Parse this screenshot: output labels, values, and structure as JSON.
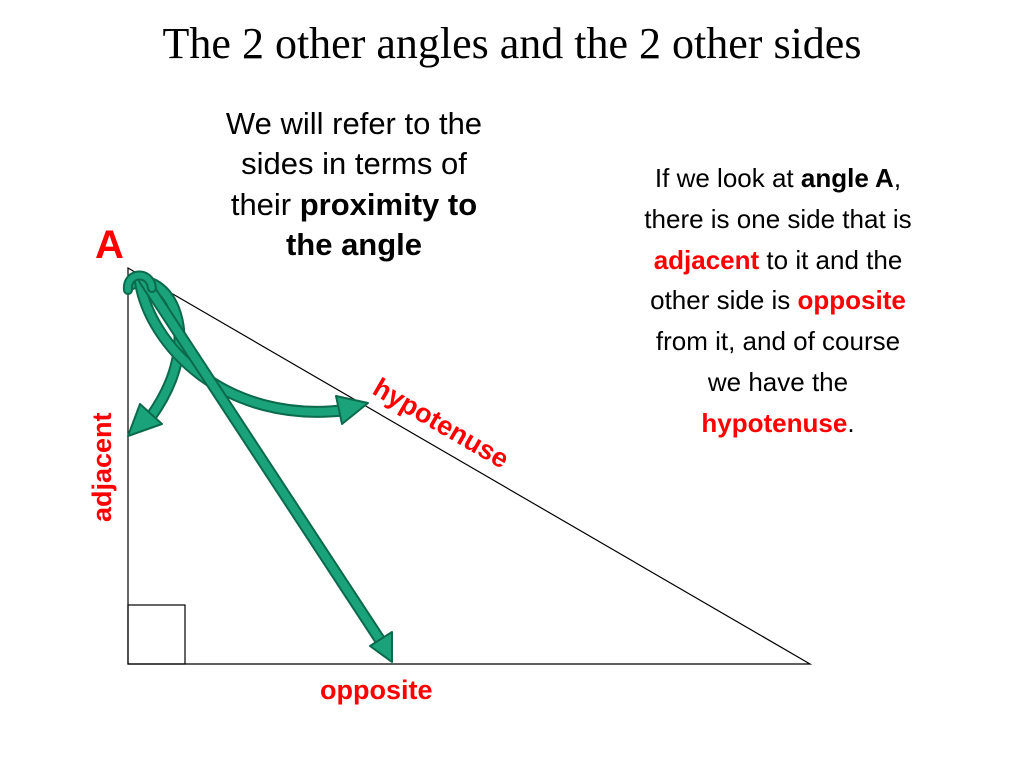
{
  "title": "The 2 other angles and the 2 other sides",
  "intro": {
    "line1": "We will refer to the",
    "line2": "sides in terms of",
    "line3_plain": "their ",
    "line3_bold": "proximity to",
    "line4_bold": "the angle"
  },
  "explanation": {
    "l1_plain": "If we look at ",
    "l1_bold": "angle A",
    "l1_end": ",",
    "l2": "there is one side that is",
    "l3_red": "adjacent",
    "l3_plain": " to it and the",
    "l4_plain": "other side is ",
    "l4_red": "opposite",
    "l5": "from it, and of course",
    "l6": "we have the",
    "l7_red": "hypotenuse",
    "l7_end": "."
  },
  "labels": {
    "vertex": "A",
    "adjacent": "adjacent",
    "opposite": "opposite",
    "hypotenuse": "hypotenuse"
  },
  "colors": {
    "label_red": "#ff0000",
    "arrow_green": "#1aa37a",
    "arrow_outline": "#0c6a4c",
    "triangle": "#000000"
  }
}
